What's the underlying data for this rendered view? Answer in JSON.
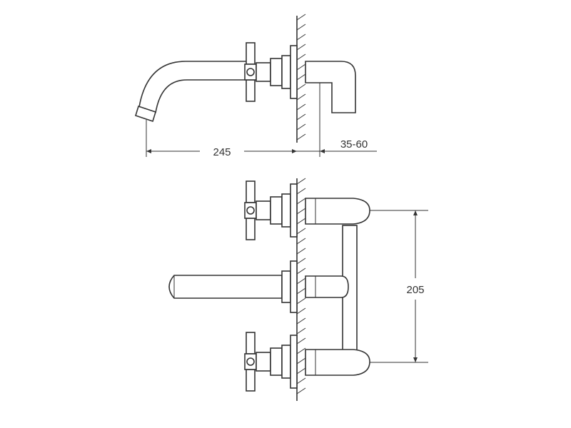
{
  "dimensions": {
    "spout_projection": "245",
    "wall_depth": "35-60",
    "valve_spacing": "205"
  },
  "colors": {
    "line": "#333333",
    "background": "#ffffff"
  }
}
